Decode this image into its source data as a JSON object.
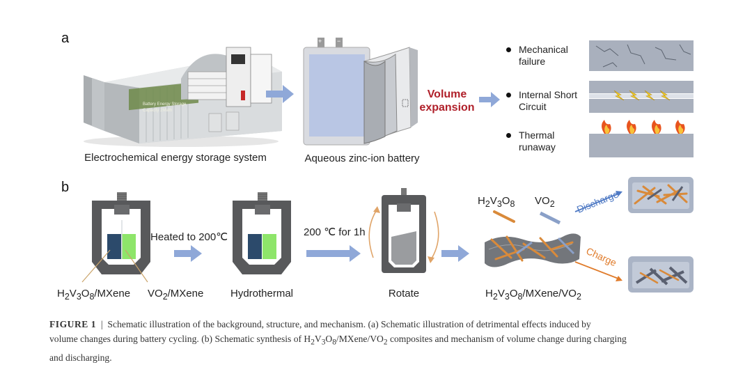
{
  "panel_a": {
    "letter": "a",
    "storage_label": "Electrochemical energy storage system",
    "container_sign_line1": "Battery Energy Storage",
    "container_sign_line2": "Capacity 2MWh",
    "battery_label": "Aqueous zinc-ion battery",
    "volume_expansion": [
      "Volume",
      "expansion"
    ],
    "effects": [
      {
        "lines": [
          "Mechanical",
          "failure"
        ]
      },
      {
        "lines": [
          "Internal Short",
          "Circuit"
        ]
      },
      {
        "lines": [
          "Thermal",
          "runaway"
        ]
      }
    ]
  },
  "panel_b": {
    "letter": "b",
    "heated_label": "Heated to 200℃",
    "time_label": "200 ℃ for 1h",
    "precursor1": {
      "base": "H",
      "s1": "2",
      "m1": "V",
      "s2": "3",
      "m2": "O",
      "s3": "8",
      "tail": "/MXene"
    },
    "precursor2": {
      "base": "VO",
      "s1": "2",
      "tail": "/MXene"
    },
    "hydrothermal_label": "Hydrothermal",
    "rotate_label": "Rotate",
    "product": {
      "base": "H",
      "s1": "2",
      "m1": "V",
      "s2": "3",
      "m2": "O",
      "s3": "8",
      "m3": "/MXene/VO",
      "s4": "2"
    },
    "legend_h2v3o8": {
      "base": "H",
      "s1": "2",
      "m1": "V",
      "s2": "3",
      "m2": "O",
      "s3": "8"
    },
    "legend_vo2": {
      "base": "VO",
      "s1": "2"
    },
    "discharge_label": "Discharge",
    "charge_label": "Charge"
  },
  "colors": {
    "arrow_blue": "#8fa8d8",
    "accent_red": "#b0202a",
    "discharge_blue": "#4e79c4",
    "charge_orange": "#e07b2a",
    "rod_orange": "#d98a3a",
    "rod_blue": "#8aa0c8"
  },
  "caption": {
    "head": "FIGURE 1",
    "sep": "|",
    "line1": "Schematic illustration of the background, structure, and mechanism. (a) Schematic illustration of detrimental effects induced by",
    "line2_pre": "volume changes during battery cycling. (b) Schematic synthesis of H",
    "line2_s1": "2",
    "line2_m1": "V",
    "line2_s2": "3",
    "line2_m2": "O",
    "line2_s3": "8",
    "line2_m3": "/MXene/VO",
    "line2_s4": "2",
    "line2_post": " composites and mechanism of volume change during charging",
    "line3": "and discharging."
  }
}
